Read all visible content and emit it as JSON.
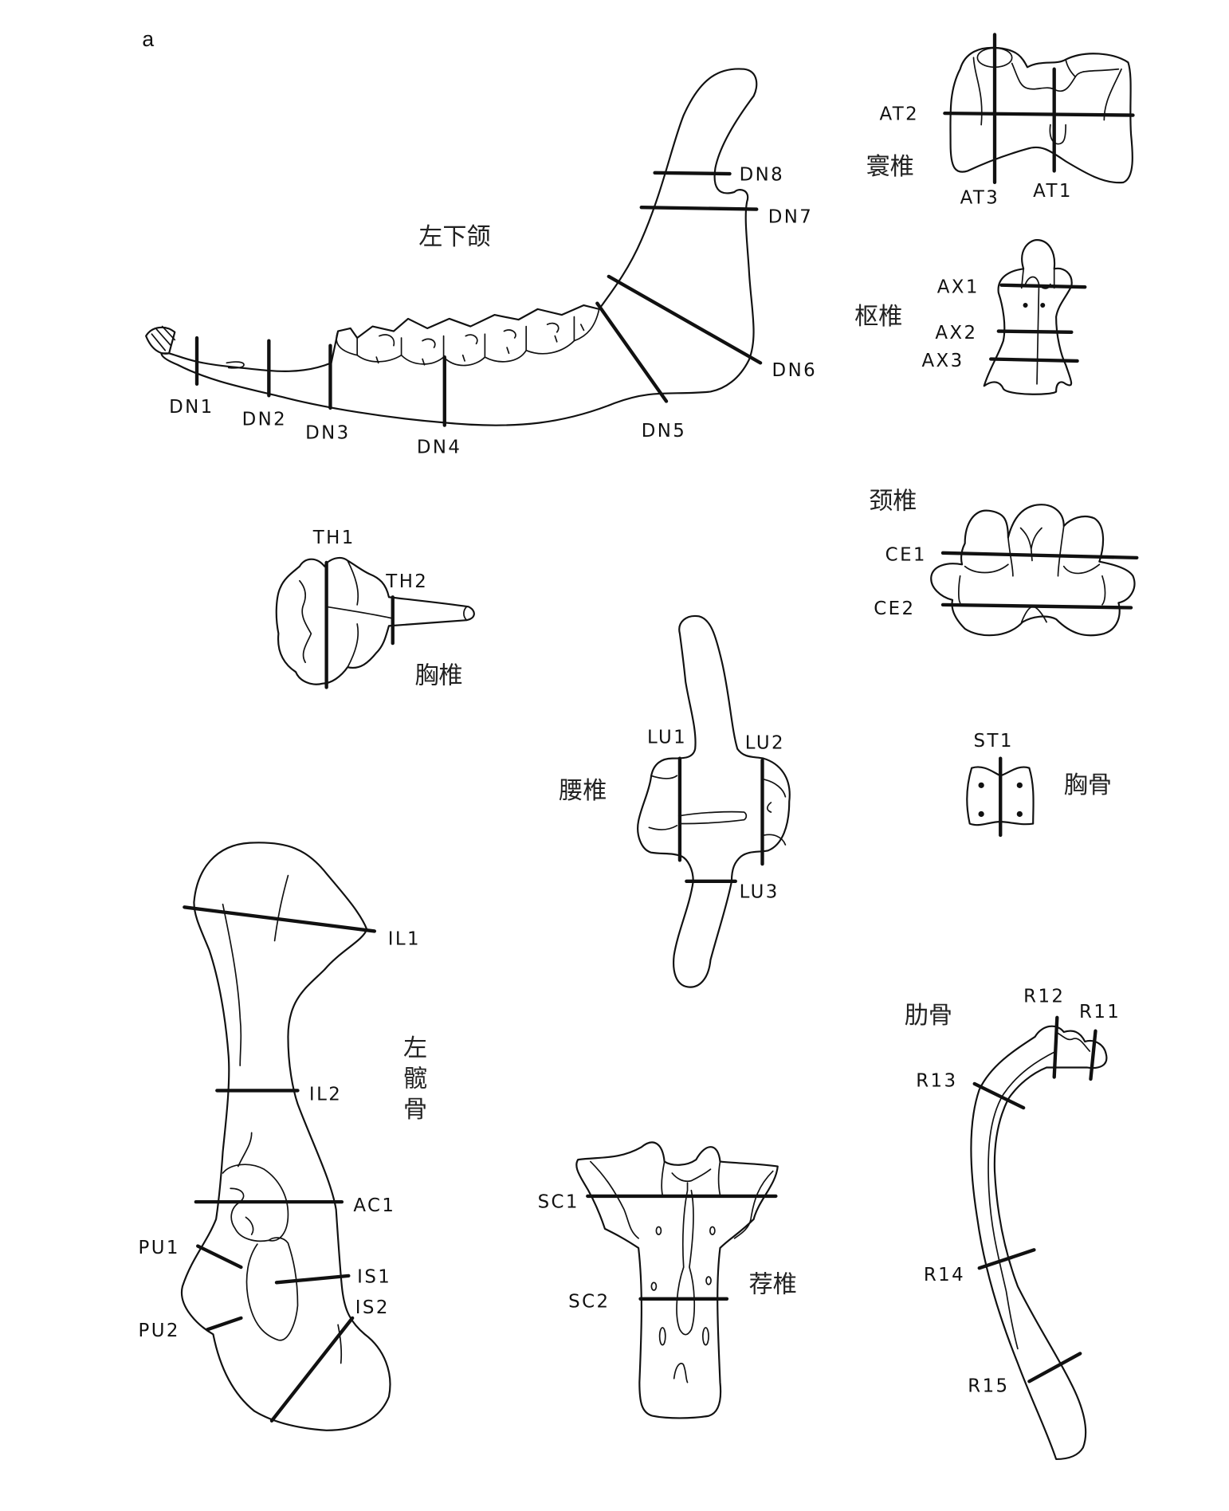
{
  "figure": {
    "panel_label": "a",
    "line_color": "#111111",
    "background": "#ffffff"
  },
  "bones": {
    "mandible": {
      "name": "左下颌",
      "cuts": [
        "DN1",
        "DN2",
        "DN3",
        "DN4",
        "DN5",
        "DN6",
        "DN7",
        "DN8"
      ]
    },
    "atlas": {
      "name": "寰椎",
      "cuts": [
        "AT1",
        "AT2",
        "AT3"
      ]
    },
    "axis": {
      "name": "枢椎",
      "cuts": [
        "AX1",
        "AX2",
        "AX3"
      ]
    },
    "cervical": {
      "name": "颈椎",
      "cuts": [
        "CE1",
        "CE2"
      ]
    },
    "thoracic": {
      "name": "胸椎",
      "cuts": [
        "TH1",
        "TH2"
      ]
    },
    "lumbar": {
      "name": "腰椎",
      "cuts": [
        "LU1",
        "LU2",
        "LU3"
      ]
    },
    "sternum": {
      "name": "胸骨",
      "cuts": [
        "ST1"
      ]
    },
    "innominate": {
      "name_chars": [
        "左",
        "髋",
        "骨"
      ],
      "cuts": [
        "IL1",
        "IL2",
        "AC1",
        "PU1",
        "PU2",
        "IS1",
        "IS2"
      ]
    },
    "sacrum": {
      "name": "荐椎",
      "cuts": [
        "SC1",
        "SC2"
      ]
    },
    "rib": {
      "name": "肋骨",
      "cuts": [
        "R11",
        "R12",
        "R13",
        "R14",
        "R15"
      ]
    }
  }
}
